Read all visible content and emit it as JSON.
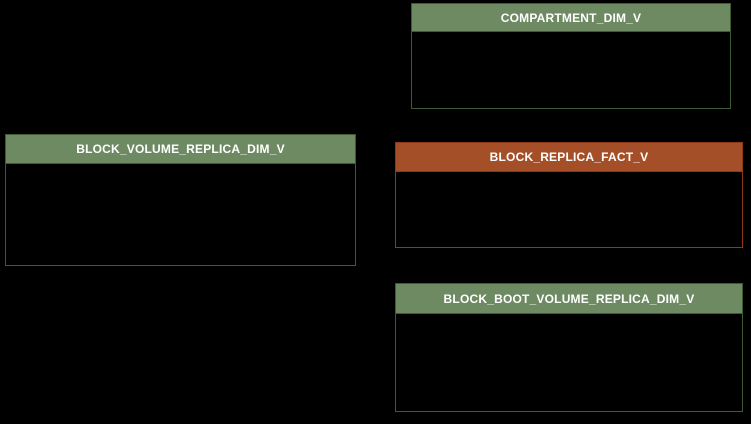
{
  "diagram": {
    "background": "#000000",
    "entities": [
      {
        "name": "COMPARTMENT_DIM_V",
        "kind": "dimension"
      },
      {
        "name": "BLOCK_VOLUME_REPLICA_DIM_V",
        "kind": "dimension"
      },
      {
        "name": "BLOCK_REPLICA_FACT_V",
        "kind": "fact"
      },
      {
        "name": "BLOCK_BOOT_VOLUME_REPLICA_DIM_V",
        "kind": "dimension"
      }
    ],
    "colors": {
      "canvas_background": "#000000",
      "body_background": "#000000",
      "dimension_header": "#6e8a63",
      "dimension_border": "#3e5a33",
      "fact_header": "#a44f27",
      "fact_border": "#8e3a18",
      "title_text": "#ffffff"
    }
  }
}
